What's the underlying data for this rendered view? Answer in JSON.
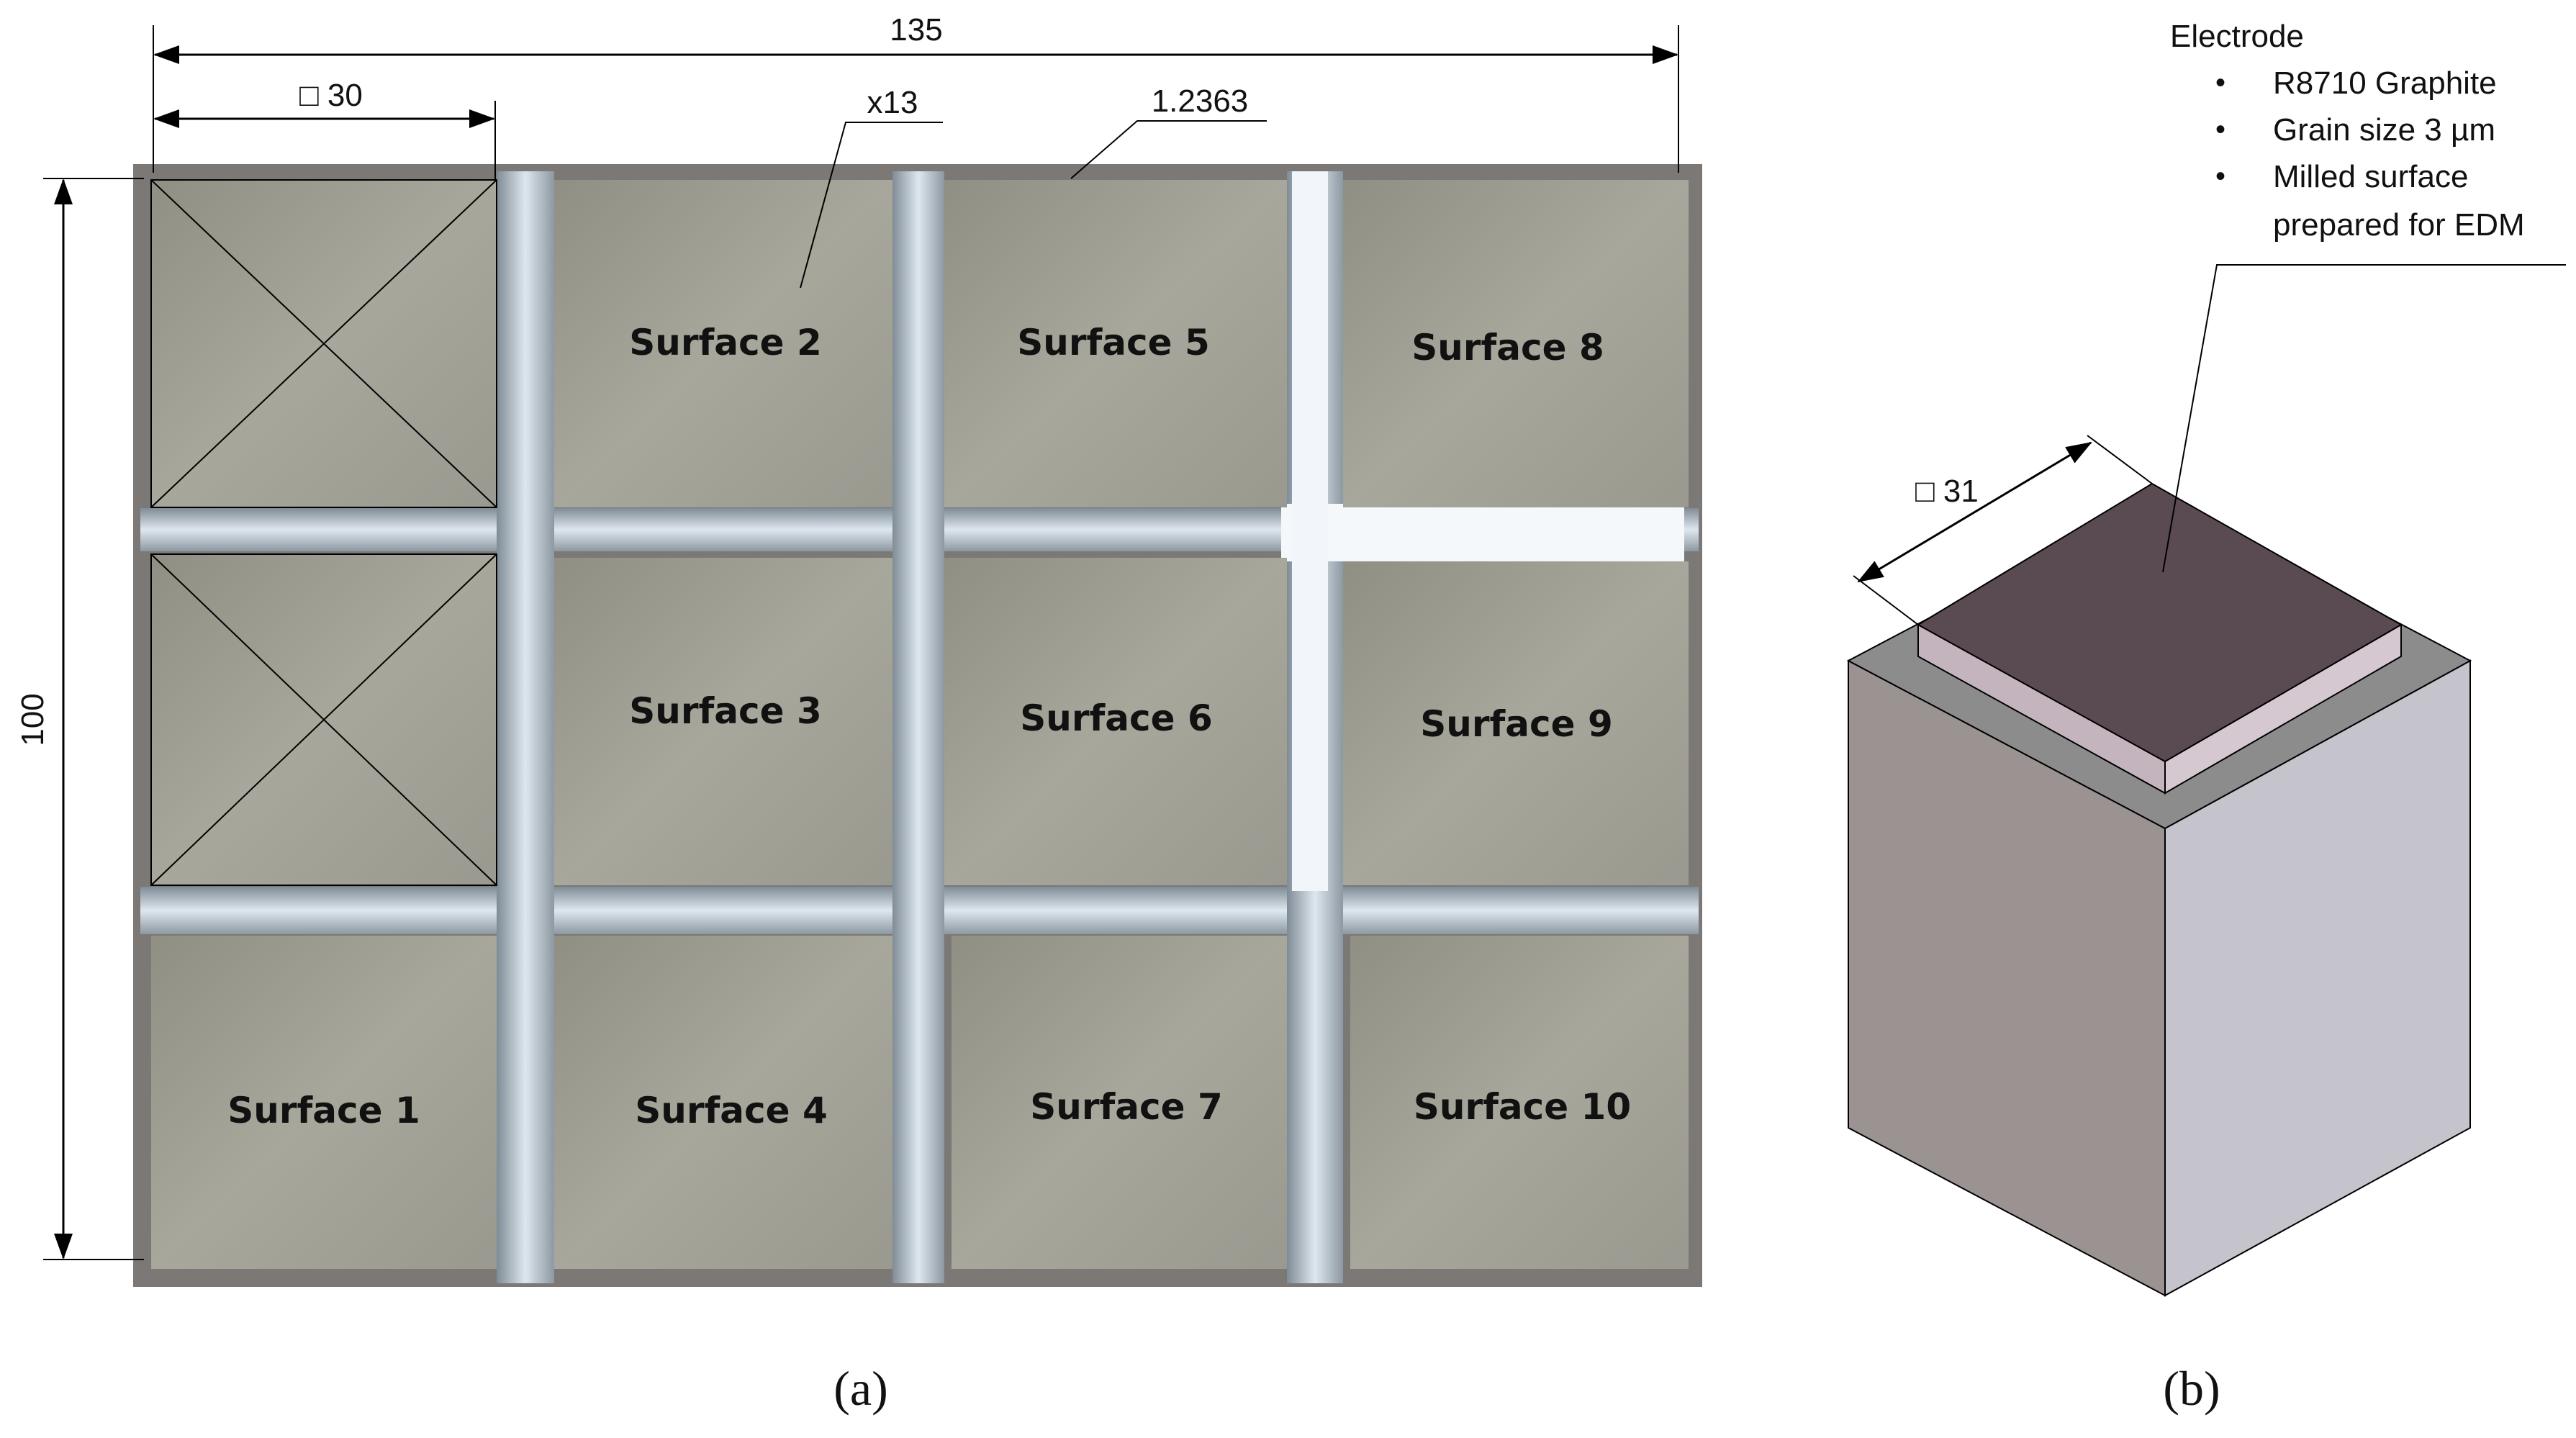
{
  "panel_a": {
    "dims": {
      "width": "135",
      "square": "□ 30",
      "count": "x13",
      "material": "1.2363",
      "height": "100"
    },
    "surfaces": [
      "Surface 1",
      "Surface 2",
      "Surface 3",
      "Surface 4",
      "Surface 5",
      "Surface 6",
      "Surface 7",
      "Surface 8",
      "Surface 9",
      "Surface 10"
    ],
    "caption": "(a)"
  },
  "panel_b": {
    "electrode": {
      "title": "Electrode",
      "bullets": [
        "R8710 Graphite",
        "Grain size 3 µm",
        "Milled surface",
        "prepared for EDM"
      ]
    },
    "dim": "□ 31",
    "caption": "(b)"
  },
  "colors": {
    "plate_bg": "#7c7876",
    "tile": "#9c9b90",
    "tile_light": "#b3b2a8",
    "groove": "#c9d4dc",
    "electrode_top": "#5a4b52",
    "electrode_edge": "#c4b4bd",
    "block_left": "#9b9391",
    "block_right": "#c5c4cc",
    "block_top": "#8c8c8c"
  }
}
